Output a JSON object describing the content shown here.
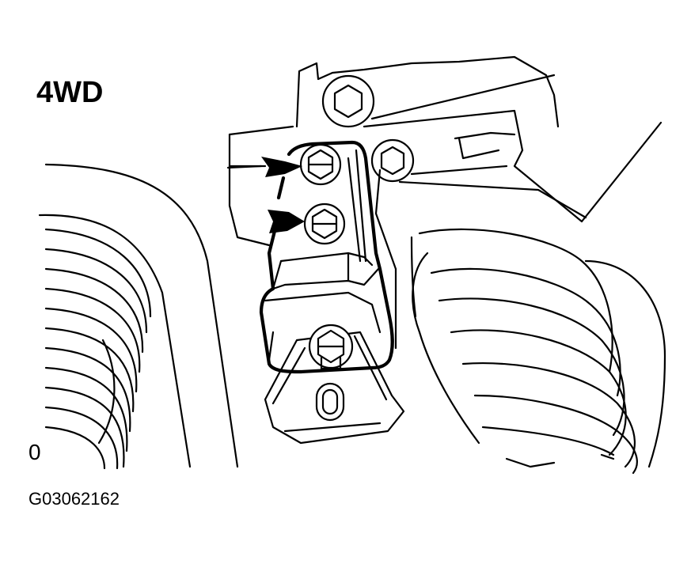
{
  "labels": {
    "title": "4WD",
    "corner_mark": "0",
    "figure_code": "G03062162"
  },
  "colors": {
    "line": "#000000",
    "background": "#ffffff"
  },
  "callouts": [
    {
      "name": "upper-bolt-arrow",
      "icon": "arrow-right-icon"
    },
    {
      "name": "lower-bolt-arrow",
      "icon": "arrow-right-icon"
    }
  ]
}
